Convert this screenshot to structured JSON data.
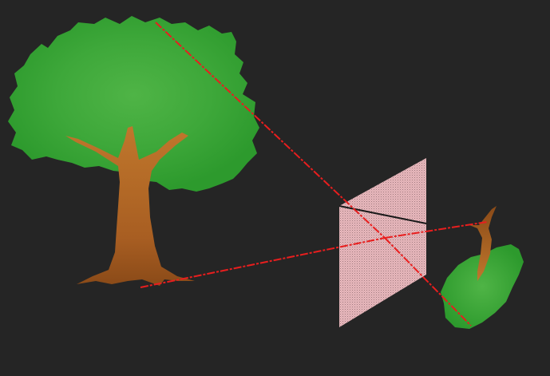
{
  "colors": {
    "background": "#252525",
    "foliage_outer": "#2d9a2d",
    "foliage_inner": "#4fb446",
    "trunk_light": "#c0772c",
    "trunk_dark": "#8a4a18",
    "screen_fill": "#e8b8bc",
    "screen_dot": "#a07a80",
    "light_ray": "#e81e1e",
    "screen_edge": "#1a1a1a"
  },
  "objects": {
    "object_tree": "tree",
    "screen": "projection-screen",
    "projected_image": "inverted-tree"
  },
  "rays": [
    {
      "id": "ray-tree-top",
      "from": "tree-top",
      "through": "aperture",
      "to": "image-top"
    },
    {
      "id": "ray-tree-base",
      "from": "tree-base",
      "through": "aperture",
      "to": "image-base"
    }
  ]
}
